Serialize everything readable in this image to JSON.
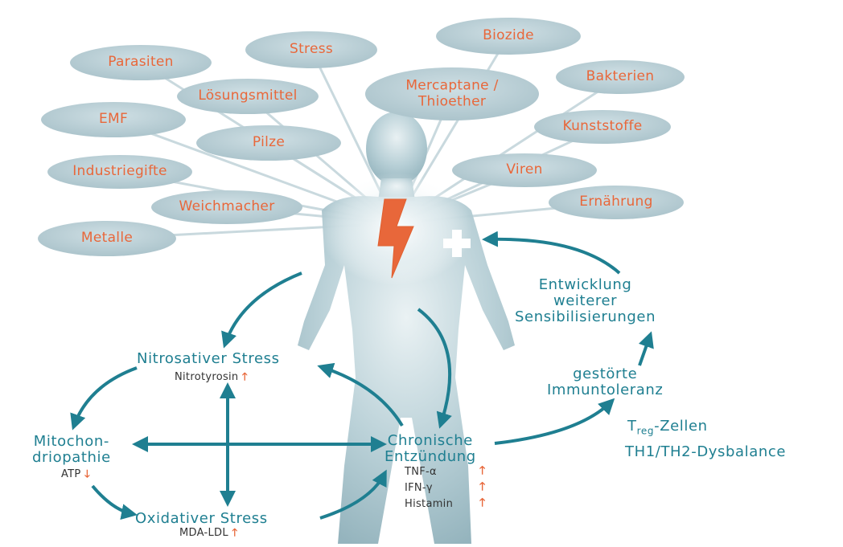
{
  "bubbles": [
    {
      "label": "Stress",
      "id": "stress"
    },
    {
      "label": "Biozide",
      "id": "biozide"
    },
    {
      "label": "Parasiten",
      "id": "parasiten"
    },
    {
      "label": "Lösungsmittel",
      "id": "loesungsmittel"
    },
    {
      "label": "Mercaptane /\nThioether",
      "id": "mercaptane"
    },
    {
      "label": "Bakterien",
      "id": "bakterien"
    },
    {
      "label": "EMF",
      "id": "emf"
    },
    {
      "label": "Pilze",
      "id": "pilze"
    },
    {
      "label": "Kunststoffe",
      "id": "kunststoffe"
    },
    {
      "label": "Industriegifte",
      "id": "industriegifte"
    },
    {
      "label": "Viren",
      "id": "viren"
    },
    {
      "label": "Weichmacher",
      "id": "weichmacher"
    },
    {
      "label": "Ernährung",
      "id": "ernaehrung"
    },
    {
      "label": "Metalle",
      "id": "metalle"
    }
  ],
  "cycle": {
    "nitrosativ": {
      "title": "Nitrosativer Stress",
      "marker": "Nitrotyrosin",
      "arrow": "🡑"
    },
    "mito": {
      "title": "Mitochon-\ndriopathie",
      "marker": "ATP",
      "arrow": "🡓"
    },
    "oxidativ": {
      "title": "Oxidativer Stress",
      "marker": "MDA-LDL",
      "arrow": "🡑"
    },
    "chronisch": {
      "title": "Chronische\nEntzündung",
      "markers": [
        "TNF-α",
        "IFN-γ",
        "Histamin"
      ],
      "arrow": "🡑"
    }
  },
  "right": {
    "entwicklung": "Entwicklung\nweiterer\nSensibilisierungen",
    "immun": "gestörte\nImmuntoleranz",
    "treg_main": "T",
    "treg_sub": "reg",
    "treg_rest": "-Zellen",
    "th": "TH1/TH2-Dysbalance"
  },
  "colors": {
    "bubble": "#b8cdd4",
    "bubble_text": "#e8673a",
    "teal": "#1f7f91",
    "body": "#a7c3cc",
    "bolt": "#e8673a"
  }
}
